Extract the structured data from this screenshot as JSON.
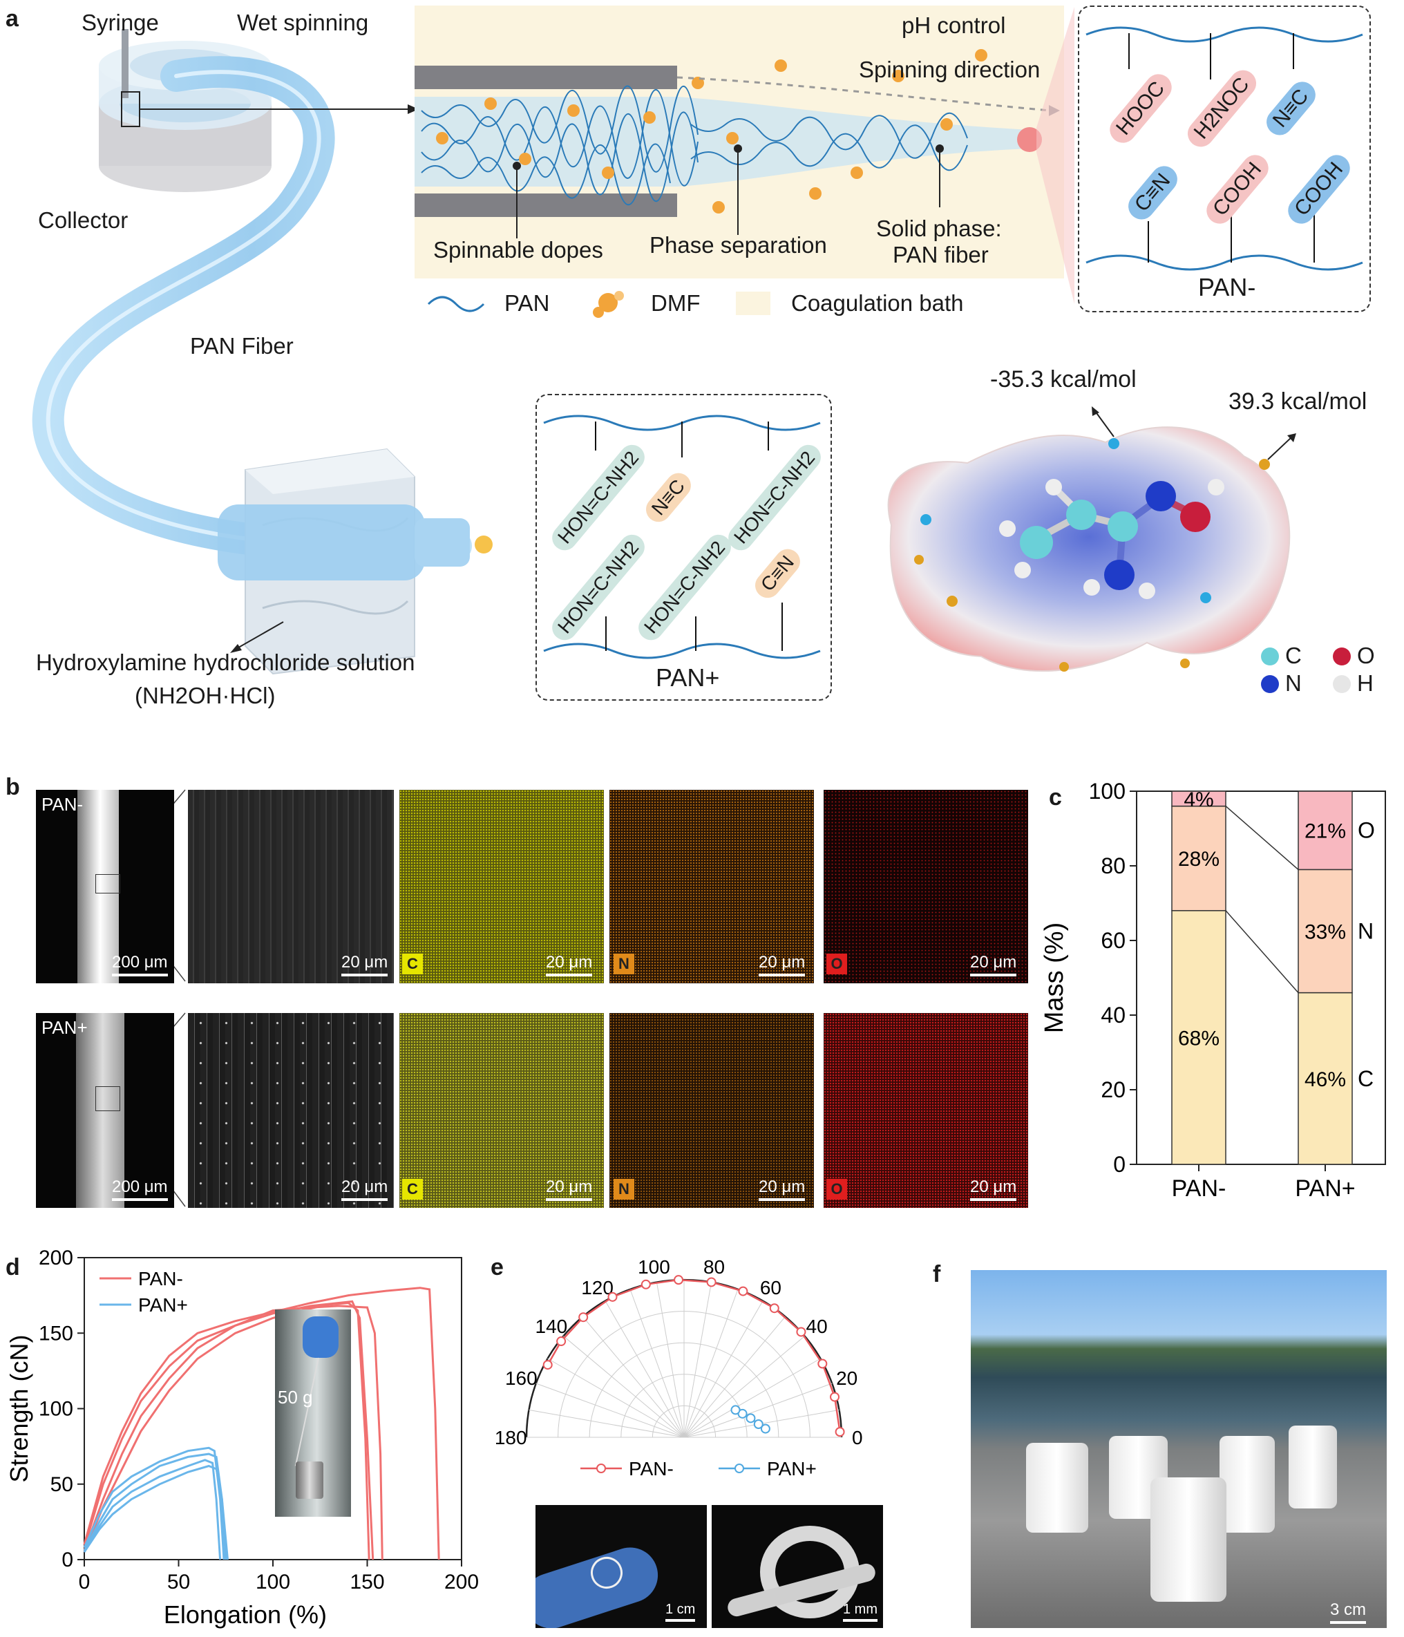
{
  "panel_a": {
    "label": "a",
    "syringe": "Syringe",
    "wet_spinning": "Wet spinning",
    "collector": "Collector",
    "pan_fiber": "PAN Fiber",
    "ph_control": "pH control",
    "spinning_direction": "Spinning direction",
    "spinnable_dopes": "Spinnable dopes",
    "phase_separation": "Phase separation",
    "solid_phase_line1": "Solid phase:",
    "solid_phase_line2": "PAN fiber",
    "legend_pan": "PAN",
    "legend_dmf": "DMF",
    "legend_bath": "Coagulation bath",
    "pan_minus_title": "PAN-",
    "pan_minus_groups": [
      "HOOC",
      "H2NOC",
      "N≡C",
      "C≡N",
      "COOH",
      "COOH"
    ],
    "pan_plus_title": "PAN+",
    "pan_plus_groups": [
      "HON=C-NH2",
      "N≡C",
      "HON=C-NH2",
      "HON=C-NH2",
      "HON=C-NH2",
      "C≡N"
    ],
    "hydroxylamine_line1": "Hydroxylamine hydrochloride solution",
    "hydroxylamine_line2": "(NH2OH·HCl)",
    "esp_min": "-35.3 kcal/mol",
    "esp_max": "39.3 kcal/mol",
    "atom_legend": [
      "C",
      "O",
      "N",
      "H"
    ],
    "colors": {
      "bath": "#fbf4df",
      "pan_line": "#2a7ab8",
      "dmf": "#f2a43a",
      "acid_tag": "#f5c4c4",
      "nitrile_tag": "#8cc0ea",
      "amidoxime_tag": "#cfe6e0",
      "fiber": "#a9d4f2"
    }
  },
  "panel_b": {
    "label": "b",
    "row1_name": "PAN-",
    "row2_name": "PAN+",
    "scale_fiber": "200 μm",
    "scale_map": "20 μm",
    "elements": [
      "C",
      "N",
      "O"
    ],
    "element_colors": {
      "C": "#e6e600",
      "N": "#e08a1a",
      "O": "#e01e1e"
    }
  },
  "panel_c": {
    "label": "c"
  },
  "panel_d": {
    "label": "d",
    "weight_label": "50 g"
  },
  "panel_e": {
    "label": "e",
    "scale_finger": "1 cm",
    "scale_knot": "1 mm"
  },
  "panel_f": {
    "label": "f",
    "scale": "3 cm"
  },
  "chart_data": [
    {
      "type": "bar",
      "stacked": true,
      "ylabel": "Mass (%)",
      "ylim": [
        0,
        100
      ],
      "yticks": [
        0,
        20,
        40,
        60,
        80,
        100
      ],
      "categories": [
        "PAN-",
        "PAN+"
      ],
      "series": [
        {
          "name": "C",
          "values": [
            68,
            46
          ],
          "labels": [
            "68%",
            "46%"
          ],
          "color": "#fbe8b8"
        },
        {
          "name": "N",
          "values": [
            28,
            33
          ],
          "labels": [
            "28%",
            "33%"
          ],
          "color": "#fcd3bb"
        },
        {
          "name": "O",
          "values": [
            4,
            21
          ],
          "labels": [
            "4%",
            "21%"
          ],
          "color": "#f8b8c0"
        }
      ]
    },
    {
      "type": "line",
      "xlabel": "Elongation (%)",
      "ylabel": "Strength (cN)",
      "xlim": [
        0,
        200
      ],
      "ylim": [
        0,
        200
      ],
      "xticks": [
        0,
        50,
        100,
        150,
        200
      ],
      "yticks": [
        0,
        50,
        100,
        150,
        200
      ],
      "legend_position": "top-left",
      "series": [
        {
          "name": "PAN-",
          "color": "#f07070",
          "curves": [
            [
              [
                0,
                10
              ],
              [
                10,
                55
              ],
              [
                20,
                85
              ],
              [
                30,
                110
              ],
              [
                45,
                135
              ],
              [
                60,
                150
              ],
              [
                80,
                158
              ],
              [
                100,
                164
              ],
              [
                120,
                170
              ],
              [
                140,
                175
              ],
              [
                160,
                178
              ],
              [
                178,
                180
              ],
              [
                183,
                179
              ],
              [
                186,
                100
              ],
              [
                188,
                0
              ]
            ],
            [
              [
                0,
                8
              ],
              [
                10,
                50
              ],
              [
                20,
                80
              ],
              [
                30,
                105
              ],
              [
                45,
                128
              ],
              [
                60,
                145
              ],
              [
                80,
                155
              ],
              [
                100,
                163
              ],
              [
                120,
                168
              ],
              [
                142,
                171
              ],
              [
                146,
                160
              ],
              [
                150,
                80
              ],
              [
                153,
                0
              ]
            ],
            [
              [
                0,
                6
              ],
              [
                10,
                40
              ],
              [
                20,
                70
              ],
              [
                30,
                95
              ],
              [
                45,
                120
              ],
              [
                60,
                140
              ],
              [
                80,
                155
              ],
              [
                100,
                165
              ],
              [
                120,
                167
              ],
              [
                135,
                168
              ],
              [
                150,
                167
              ],
              [
                154,
                150
              ],
              [
                157,
                70
              ],
              [
                158,
                0
              ]
            ],
            [
              [
                0,
                5
              ],
              [
                10,
                35
              ],
              [
                20,
                60
              ],
              [
                30,
                85
              ],
              [
                45,
                112
              ],
              [
                60,
                133
              ],
              [
                80,
                150
              ],
              [
                100,
                160
              ],
              [
                115,
                165
              ],
              [
                130,
                169
              ],
              [
                140,
                170
              ],
              [
                145,
                165
              ],
              [
                149,
                80
              ],
              [
                151,
                0
              ]
            ]
          ]
        },
        {
          "name": "PAN+",
          "color": "#6ab6ea",
          "curves": [
            [
              [
                0,
                8
              ],
              [
                8,
                30
              ],
              [
                15,
                45
              ],
              [
                25,
                55
              ],
              [
                40,
                65
              ],
              [
                55,
                72
              ],
              [
                66,
                74
              ],
              [
                69,
                72
              ],
              [
                72,
                40
              ],
              [
                74,
                0
              ]
            ],
            [
              [
                0,
                6
              ],
              [
                8,
                25
              ],
              [
                15,
                40
              ],
              [
                25,
                50
              ],
              [
                40,
                62
              ],
              [
                55,
                68
              ],
              [
                66,
                70
              ],
              [
                70,
                68
              ],
              [
                73,
                40
              ],
              [
                75,
                0
              ]
            ],
            [
              [
                0,
                5
              ],
              [
                8,
                22
              ],
              [
                15,
                35
              ],
              [
                25,
                45
              ],
              [
                40,
                55
              ],
              [
                55,
                62
              ],
              [
                64,
                66
              ],
              [
                68,
                64
              ],
              [
                70,
                40
              ],
              [
                72,
                0
              ]
            ],
            [
              [
                0,
                5
              ],
              [
                8,
                20
              ],
              [
                15,
                30
              ],
              [
                25,
                40
              ],
              [
                40,
                50
              ],
              [
                55,
                58
              ],
              [
                66,
                62
              ],
              [
                70,
                60
              ],
              [
                73,
                40
              ],
              [
                76,
                0
              ]
            ]
          ]
        }
      ]
    },
    {
      "type": "scatter",
      "polar": true,
      "angle_range": [
        0,
        180
      ],
      "angle_ticks": [
        0,
        20,
        40,
        60,
        80,
        100,
        120,
        140,
        160,
        180
      ],
      "legend_position": "bottom",
      "series": [
        {
          "name": "PAN-",
          "color": "#e8585c",
          "points": [
            [
              2,
              0.99
            ],
            [
              15,
              0.99
            ],
            [
              28,
              0.995
            ],
            [
              42,
              1.0
            ],
            [
              55,
              1.0
            ],
            [
              68,
              1.0
            ],
            [
              80,
              1.0
            ],
            [
              92,
              1.0
            ],
            [
              104,
              1.0
            ],
            [
              117,
              1.0
            ],
            [
              130,
              0.995
            ],
            [
              142,
              0.99
            ],
            [
              152,
              0.98
            ]
          ]
        },
        {
          "name": "PAN+",
          "color": "#4fa8e0",
          "points": [
            [
              6,
              0.52
            ],
            [
              10,
              0.48
            ],
            [
              16,
              0.44
            ],
            [
              22,
              0.4
            ],
            [
              28,
              0.37
            ]
          ]
        }
      ]
    }
  ]
}
